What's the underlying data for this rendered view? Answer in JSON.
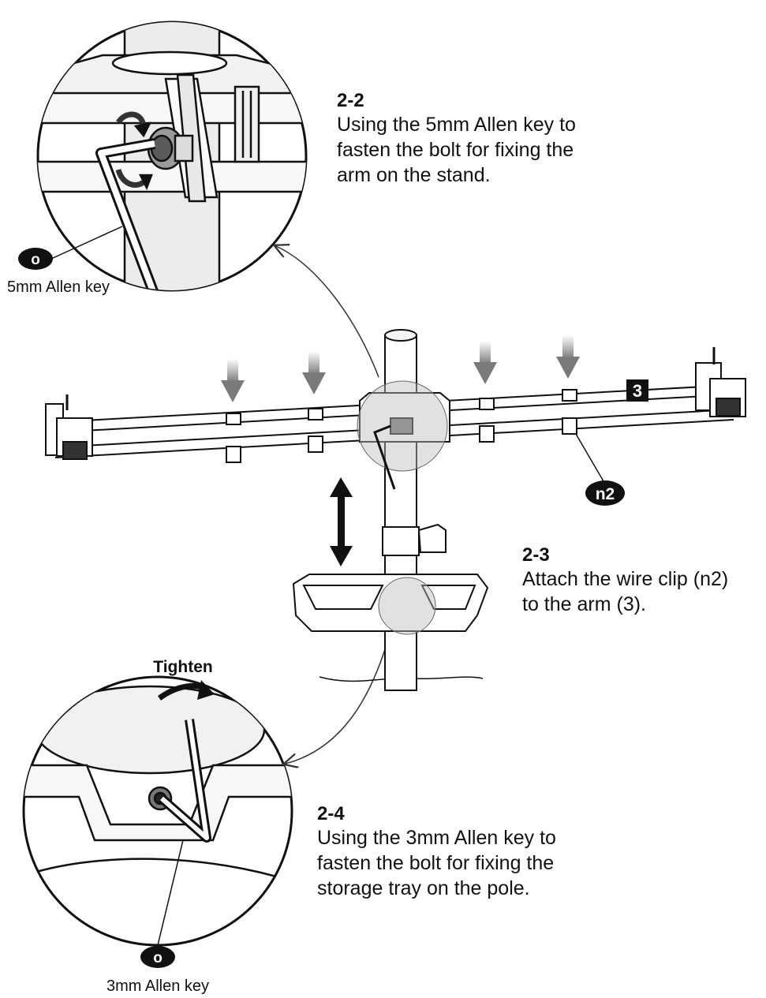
{
  "steps": {
    "s22": {
      "number": "2-2",
      "lines": [
        "Using the 5mm Allen key to",
        "fasten the bolt for fixing the",
        "arm on the stand."
      ]
    },
    "s23": {
      "number": "2-3",
      "lines": [
        "Attach the wire clip (n2)",
        "to the arm (3)."
      ]
    },
    "s24": {
      "number": "2-4",
      "lines": [
        "Using the 3mm Allen key to",
        "fasten the bolt for fixing the",
        "storage tray on the pole."
      ]
    }
  },
  "callouts": {
    "key5": {
      "badge": "o",
      "label": "5mm Allen key"
    },
    "key3": {
      "badge": "o",
      "label": "3mm Allen key"
    },
    "clip": {
      "badge": "n2"
    },
    "arm": {
      "badge": "3"
    },
    "tighten": "Tighten"
  },
  "colors": {
    "ink": "#111111",
    "shade": "#d9d9d9",
    "arrow_gray": "#8a8a8a",
    "zoom_gray": "#c8c8c8"
  }
}
